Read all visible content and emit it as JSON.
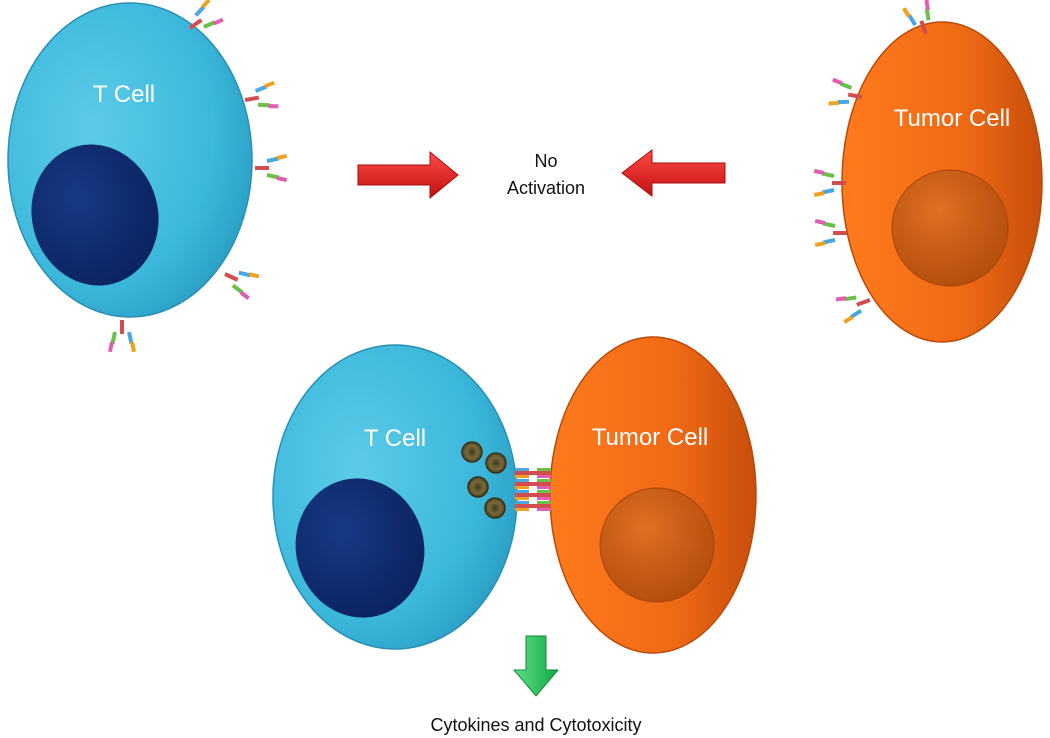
{
  "labels": {
    "t_cell_top": "T Cell",
    "tumor_cell_top": "Tumor Cell",
    "no_activation_line1": "No",
    "no_activation_line2": "Activation",
    "t_cell_bottom": "T Cell",
    "tumor_cell_bottom": "Tumor Cell",
    "outcome": "Cytokines and Cytotoxicity"
  },
  "colors": {
    "t_cell": "#3cb8dc",
    "t_cell_nucleus": "#0d2a6b",
    "tumor_cell": "#f06a16",
    "tumor_nucleus": "#c4560e",
    "inhibit_arrow": "#e61e1e",
    "activation_arrow": "#22c25a",
    "granule": "#6d5f33"
  },
  "icons": {
    "receptor": "bispecific-antibody-icon",
    "arrow_red": "red-arrow-icon",
    "arrow_green": "green-down-arrow-icon",
    "granule": "cytotoxic-granule-icon"
  }
}
